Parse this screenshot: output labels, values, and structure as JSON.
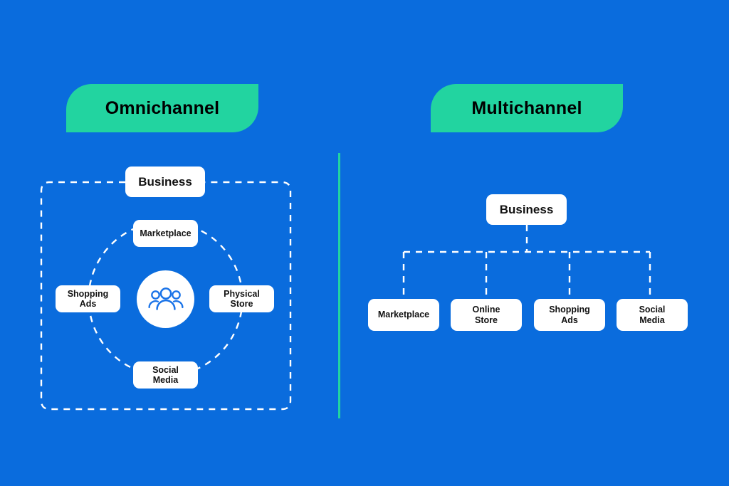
{
  "background_color": "#0a6cdd",
  "accent_color": "#22d4a0",
  "node_color": "#ffffff",
  "line_color": "#ffffff",
  "icon_color": "#1a73e8",
  "panels": {
    "omnichannel": {
      "badge_label": "Omnichannel",
      "root": {
        "label": "Business"
      },
      "center_icon": "people-group-icon",
      "channels": [
        {
          "label": "Marketplace",
          "position": "top"
        },
        {
          "label": "Physical\nStore",
          "line1": "Physical",
          "line2": "Store",
          "position": "right"
        },
        {
          "label": "Social\nMedia",
          "line1": "Social",
          "line2": "Media",
          "position": "bottom"
        },
        {
          "label": "Shopping\nAds",
          "line1": "Shopping",
          "line2": "Ads",
          "position": "left"
        }
      ],
      "layout": {
        "boundary": "dashed-square",
        "connector": "dashed-circle"
      }
    },
    "multichannel": {
      "badge_label": "Multichannel",
      "root": {
        "label": "Business"
      },
      "channels": [
        {
          "label": "Marketplace",
          "line1": "Marketplace",
          "line2": ""
        },
        {
          "label": "Online Store",
          "line1": "Online",
          "line2": "Store"
        },
        {
          "label": "Shopping Ads",
          "line1": "Shopping",
          "line2": "Ads"
        },
        {
          "label": "Social Media",
          "line1": "Social",
          "line2": "Media"
        }
      ],
      "layout": {
        "connector": "dashed-tree"
      }
    }
  }
}
